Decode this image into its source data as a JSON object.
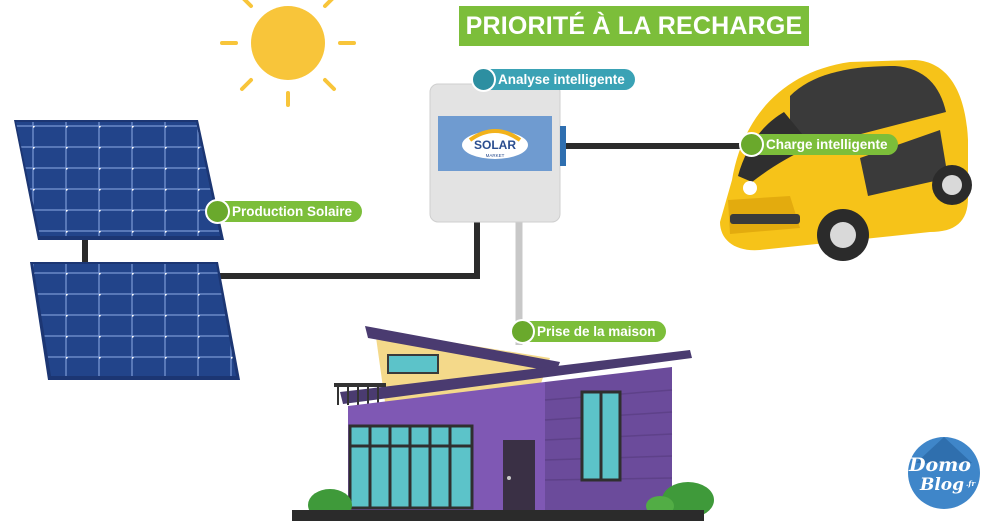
{
  "title": "PRIORITÉ À LA RECHARGE",
  "labels": {
    "analyse": "Analyse intelligente",
    "production": "Production Solaire",
    "charge": "Charge intelligente",
    "prise": "Prise de la maison"
  },
  "inverter_logo": {
    "brand": "SOLAR",
    "sub": "MARKET"
  },
  "watermark": {
    "line1": "Domo",
    "line2": "Blog",
    "tld": ".fr"
  },
  "colors": {
    "accent_green": "#7cbe3a",
    "accent_teal": "#3aa2b5",
    "sun": "#f8c53a",
    "panel": "#22448a",
    "car": "#f6c319",
    "house_purple": "#7f58b4",
    "wire": "#2b2b2b"
  },
  "icons": [
    "sun-icon",
    "solar-panel-icon",
    "inverter-icon",
    "electric-car-icon",
    "house-icon",
    "domoblog-logo-icon"
  ]
}
